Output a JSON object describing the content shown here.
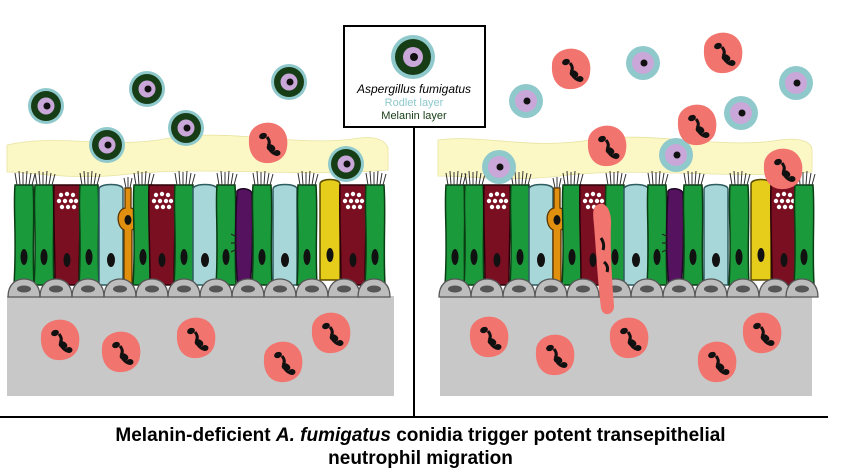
{
  "legend": {
    "species": "Aspergillus fumigatus",
    "rodlet_label": "Rodlet layer",
    "melanin_label": "Melanin layer"
  },
  "caption": {
    "part1": "Melanin-deficient ",
    "italic": "A. fumigatus",
    "part2": " conidia trigger potent transepithelial",
    "line2": "neutrophil migration"
  },
  "colors": {
    "rodlet": "#8fc9cc",
    "melanin": "#163d16",
    "conidium_core": "#c9a7d8",
    "neutrophil": "#f2746e",
    "mucus": "#fbf8c6",
    "ciliated_cell": "#1a9a3a",
    "goblet_cell": "#7b0f22",
    "club_cell": "#a8d7da",
    "brush_cell": "#e0900e",
    "ionocyte": "#55135f",
    "secretory_cell": "#e6cd1c",
    "basal_cell": "#bdbdbd",
    "submucosa": "#c8c8c8"
  }
}
